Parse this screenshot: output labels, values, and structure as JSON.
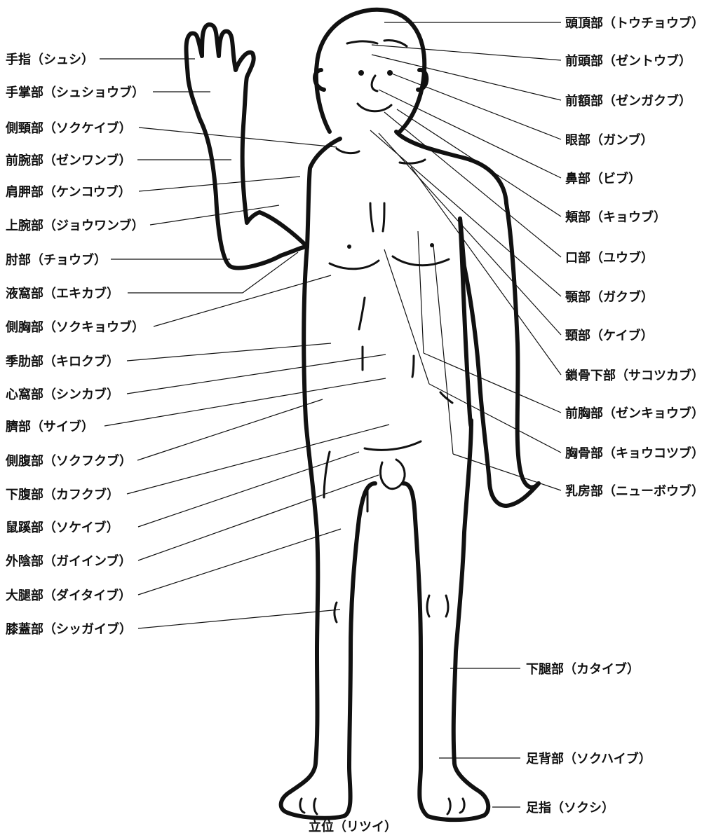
{
  "diagram": {
    "left_labels": [
      "手指（シュシ）",
      "手掌部（シュショウブ）",
      "側頸部（ソクケイブ）",
      "前腕部（ゼンワンブ）",
      "肩胛部（ケンコウブ）",
      "上腕部（ジョウワンブ）",
      "肘部（チョウブ）",
      "液窩部（エキカブ）",
      "側胸部（ソクキョウブ）",
      "季肋部（キロクブ）",
      "心窩部（シンカブ）",
      "臍部（サイブ）",
      "側腹部（ソクフクブ）",
      "下腹部（カフクブ）",
      "鼠蹊部（ソケイブ）",
      "外陰部（ガイインブ）",
      "大腿部（ダイタイブ）",
      "膝蓋部（シッガイブ）"
    ],
    "right_labels": [
      "頭頂部（トウチョウブ）",
      "前頭部（ゼントウブ）",
      "前額部（ゼンガクブ）",
      "眼部（ガンブ）",
      "鼻部（ビブ）",
      "頬部（キョウブ）",
      "口部（ユウブ）",
      "顎部（ガクブ）",
      "頸部（ケイブ）",
      "鎖骨下部（サコツカブ）",
      "前胸部（ゼンキョウブ）",
      "胸骨部（キョウコツブ）",
      "乳房部（ニューボウブ）"
    ],
    "lower_right_labels": [
      "下腿部（カタイブ）",
      "足背部（ソクハイブ）",
      "足指（ソクシ）"
    ],
    "bottom_caption": "立位（リツイ）"
  }
}
